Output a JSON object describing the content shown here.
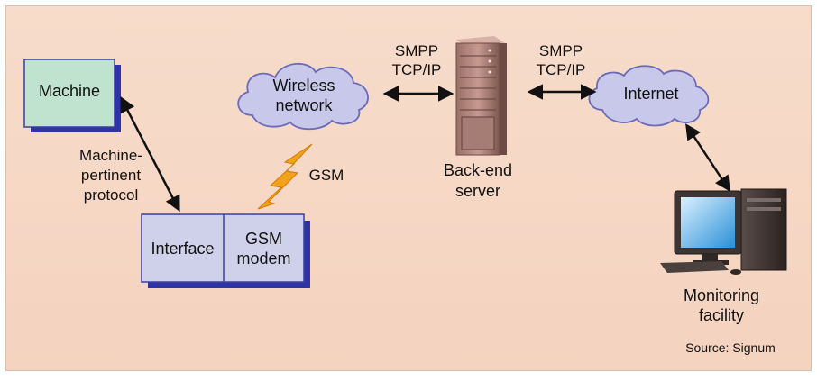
{
  "diagram": {
    "nodes": {
      "machine": "Machine",
      "interface": "Interface",
      "gsm_modem": "GSM\nmodem",
      "wireless_network": "Wireless\nnetwork",
      "backend_server": "Back-end\nserver",
      "internet": "Internet",
      "monitoring_facility": "Monitoring\nfacility"
    },
    "links": {
      "machine_protocol": "Machine-\npertinent\nprotocol",
      "gsm": "GSM",
      "smpp_left": "SMPP\nTCP/IP",
      "smpp_right": "SMPP\nTCP/IP"
    },
    "source": "Source: Signum"
  },
  "colors": {
    "background": "#f5d7c4",
    "machine_box": "#bfe3cf",
    "interface_box": "#cfd0ea",
    "box_shadow": "#2e33a6",
    "cloud_fill": "#c8c8ea",
    "cloud_stroke": "#6a6ab8",
    "lightning": "#f2a11a",
    "arrow": "#111111"
  },
  "icons": [
    "cloud-icon",
    "server-icon",
    "lightning-icon",
    "computer-icon"
  ]
}
